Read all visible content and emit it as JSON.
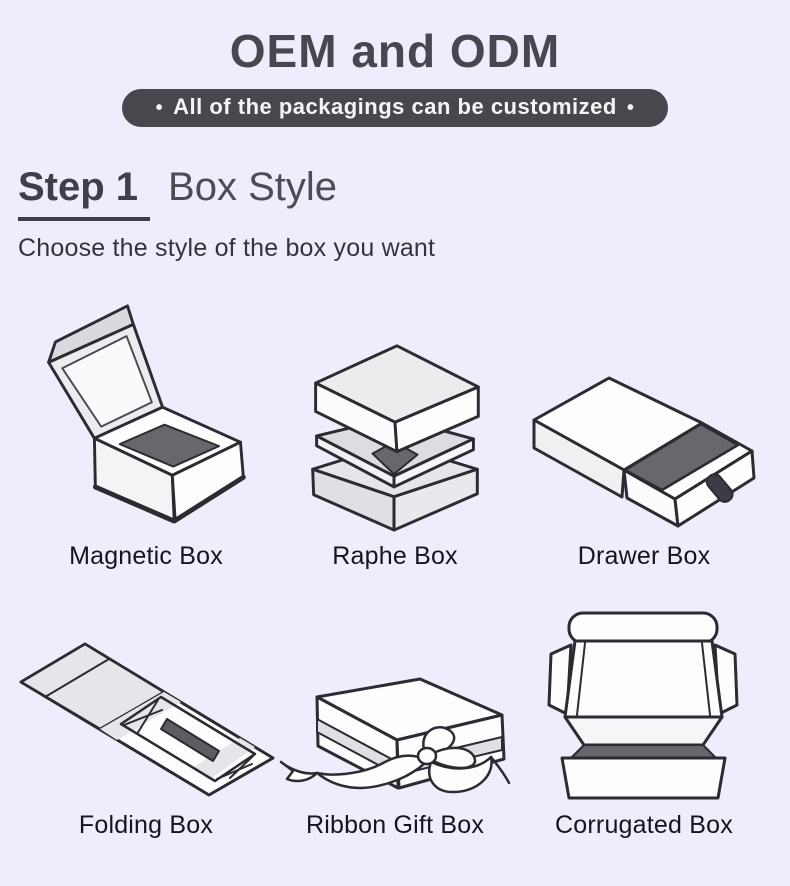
{
  "header": {
    "title": "OEM and ODM",
    "badge_bullet": "•",
    "badge_text": "All of the packagings can be customized"
  },
  "step": {
    "label": "Step 1",
    "title": "Box Style",
    "subtitle": "Choose the style of the box you want"
  },
  "boxes": [
    {
      "label": "Magnetic Box",
      "icon": "magnetic-box-icon"
    },
    {
      "label": "Raphe Box",
      "icon": "raphe-box-icon"
    },
    {
      "label": "Drawer Box",
      "icon": "drawer-box-icon"
    },
    {
      "label": "Folding Box",
      "icon": "folding-box-icon"
    },
    {
      "label": "Ribbon Gift Box",
      "icon": "ribbon-gift-box-icon"
    },
    {
      "label": "Corrugated Box",
      "icon": "corrugated-box-icon"
    }
  ],
  "colors": {
    "background": "#ededfb",
    "badge_background": "#47474d",
    "badge_text": "#f5f5f7",
    "title_text": "#474750",
    "heading_text": "#3f3f49",
    "label_text": "#15151d",
    "illustration_outline": "#2b2b32",
    "illustration_light_fill": "#e6e6ea",
    "illustration_interior": "#67676d"
  }
}
